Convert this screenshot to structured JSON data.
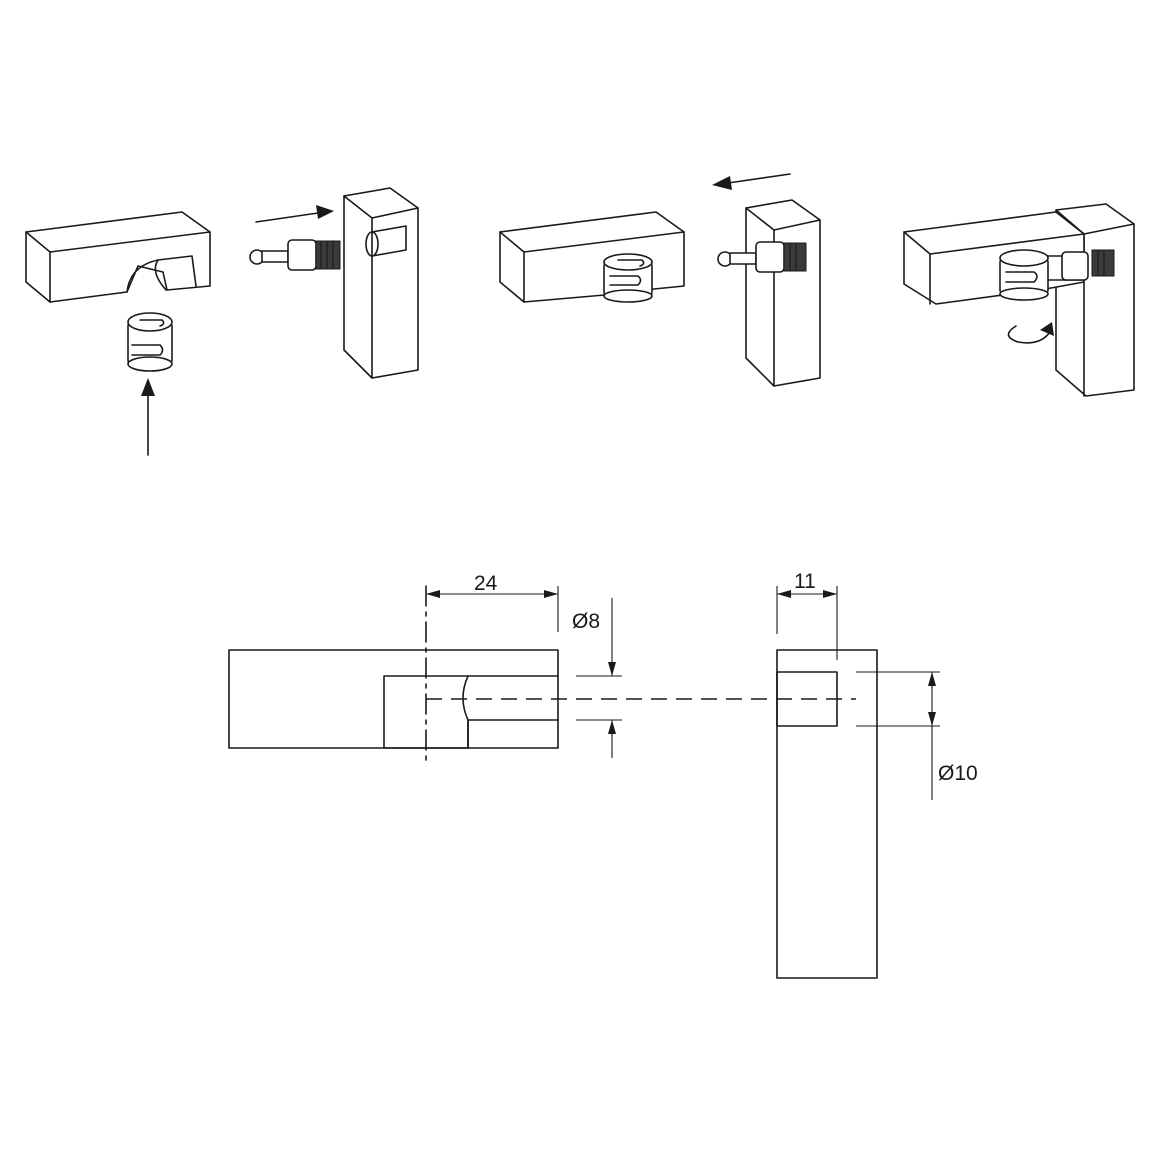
{
  "dimensions": {
    "depth": "24",
    "hole_small": "Ø8",
    "edge_offset": "11",
    "hole_large": "Ø10"
  },
  "colors": {
    "line": "#1a1a1a",
    "background": "#ffffff",
    "thread": "#3a3a3a"
  }
}
